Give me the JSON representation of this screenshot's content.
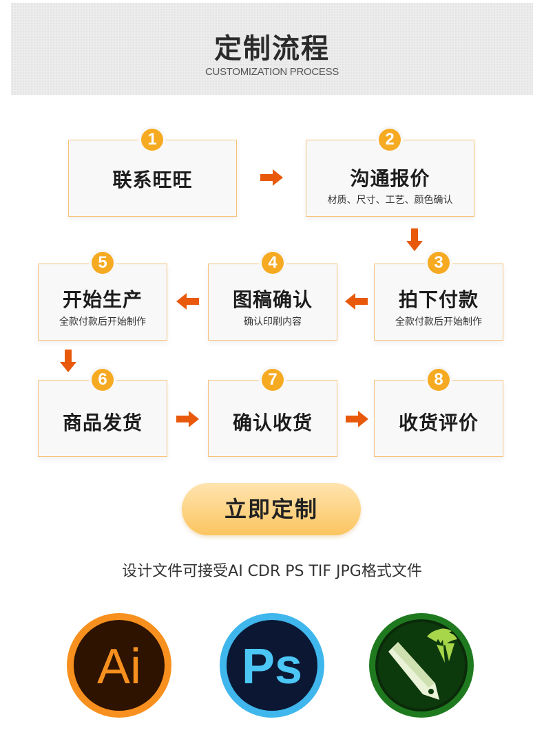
{
  "header": {
    "title": "定制流程",
    "subtitle": "CUSTOMIZATION PROCESS"
  },
  "steps": [
    {
      "num": "1",
      "title": "联系旺旺",
      "sub": ""
    },
    {
      "num": "2",
      "title": "沟通报价",
      "sub": "材质、尺寸、工艺、颜色确认"
    },
    {
      "num": "3",
      "title": "拍下付款",
      "sub": "全款付款后开始制作"
    },
    {
      "num": "4",
      "title": "图稿确认",
      "sub": "确认印刷内容"
    },
    {
      "num": "5",
      "title": "开始生产",
      "sub": "全款付款后开始制作"
    },
    {
      "num": "6",
      "title": "商品发货",
      "sub": ""
    },
    {
      "num": "7",
      "title": "确认收货",
      "sub": ""
    },
    {
      "num": "8",
      "title": "收货评价",
      "sub": ""
    }
  ],
  "cta": {
    "label": "立即定制"
  },
  "formats_text": "设计文件可接受AI CDR PS TIF JPG格式文件",
  "logos": {
    "ai": "Ai",
    "ps": "Ps"
  },
  "colors": {
    "accent": "#f6aa22",
    "arrow": "#e8590c",
    "border": "#f6c27a"
  }
}
